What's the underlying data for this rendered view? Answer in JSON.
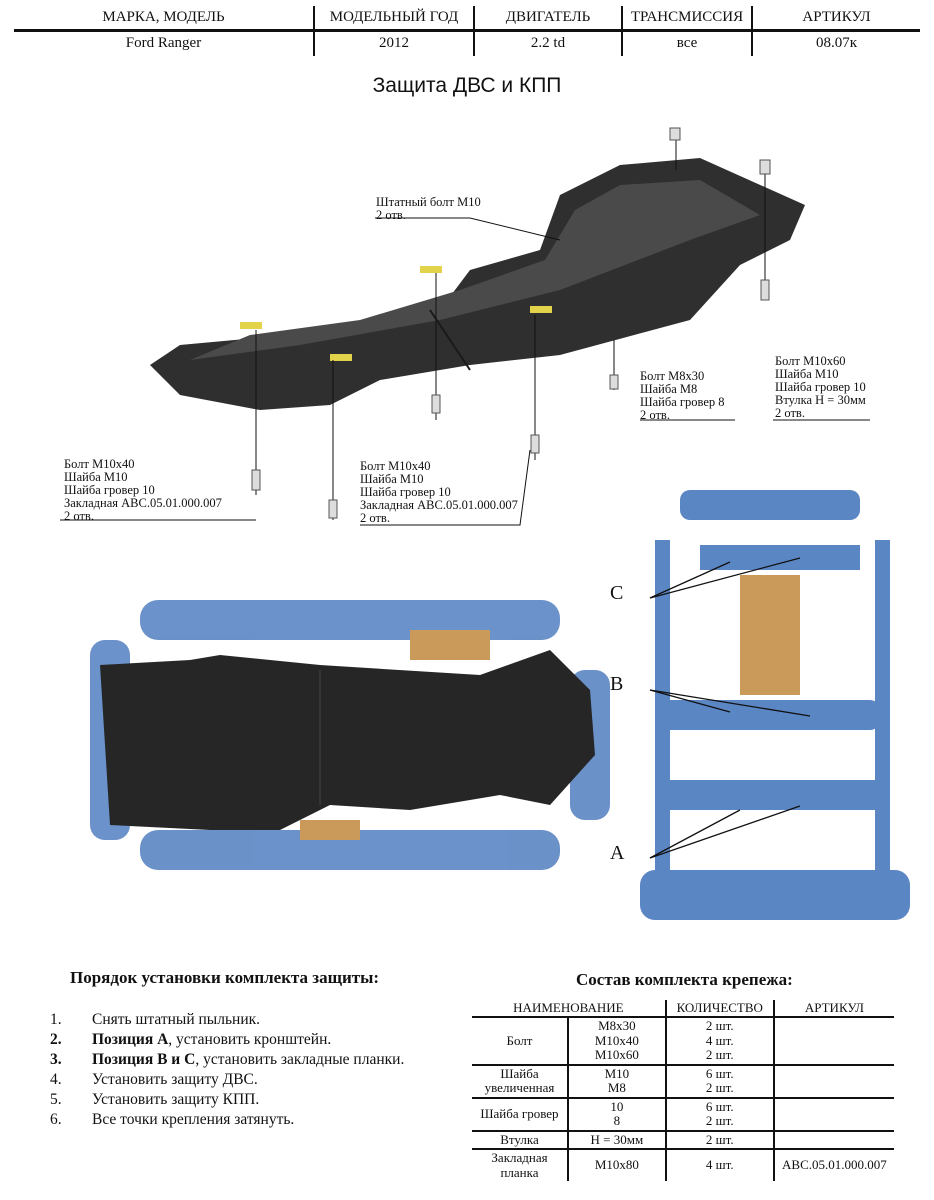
{
  "header": {
    "columns": [
      "МАРКА, МОДЕЛЬ",
      "МОДЕЛЬНЫЙ ГОД",
      "ДВИГАТЕЛЬ",
      "ТРАНСМИССИЯ",
      "АРТИКУЛ"
    ],
    "values": [
      "Ford Ranger",
      "2012",
      "2.2 td",
      "все",
      "08.07к"
    ]
  },
  "title": "Защита ДВС и КПП",
  "callouts": {
    "c1": [
      "Штатный болт М10",
      "2 отв."
    ],
    "c2": [
      "Болт М8х30",
      "Шайба М8",
      "Шайба гровер 8",
      "2 отв."
    ],
    "c3": [
      "Болт М10х60",
      "Шайба М10",
      "Шайба гровер 10",
      "Втулка Н = 30мм",
      "2 отв."
    ],
    "c4": [
      "Болт М10х40",
      "Шайба М10",
      "Шайба гровер 10",
      "Закладная АВС.05.01.000.007",
      "2 отв."
    ],
    "c5": [
      "Болт М10х40",
      "Шайба М10",
      "Шайба гровер 10",
      "Закладная АВС.05.01.000.007",
      "2 отв."
    ]
  },
  "positions": {
    "a": "A",
    "b": "B",
    "c": "C"
  },
  "colors": {
    "plate": "#2b2b2b",
    "frame": "#4f7fc0",
    "engine": "#c99a5a",
    "bracket": "#e5d54a"
  },
  "install": {
    "title": "Порядок установки комплекта защиты:",
    "steps": [
      {
        "n": "1.",
        "bold": "",
        "text": "Снять штатный пыльник."
      },
      {
        "n": "2.",
        "bold": "Позиция А",
        "text": ", установить кронштейн."
      },
      {
        "n": "3.",
        "bold": "Позиция В и С",
        "text": ", установить закладные планки."
      },
      {
        "n": "4.",
        "bold": "",
        "text": "Установить защиту ДВС."
      },
      {
        "n": "5.",
        "bold": "",
        "text": "Установить защиту КПП."
      },
      {
        "n": "6.",
        "bold": "",
        "text": "Все точки крепления затянуть."
      }
    ]
  },
  "kit": {
    "title": "Состав комплекта крепежа:",
    "columns": [
      "НАИМЕНОВАНИЕ",
      "КОЛИЧЕСТВО",
      "АРТИКУЛ"
    ],
    "rows": [
      {
        "name": "Болт",
        "size": "М8х30\nМ10х40\nМ10х60",
        "qty": "2 шт.\n4 шт.\n2 шт.",
        "art": ""
      },
      {
        "name": "Шайба\nувеличенная",
        "size": "М10\nМ8",
        "qty": "6 шт.\n2 шт.",
        "art": ""
      },
      {
        "name": "Шайба гровер",
        "size": "10\n8",
        "qty": "6 шт.\n2 шт.",
        "art": ""
      },
      {
        "name": "Втулка",
        "size": "Н = 30мм",
        "qty": "2 шт.",
        "art": ""
      },
      {
        "name": "Закладная\nпланка",
        "size": "М10х80",
        "qty": "4 шт.",
        "art": "АВС.05.01.000.007"
      }
    ]
  }
}
